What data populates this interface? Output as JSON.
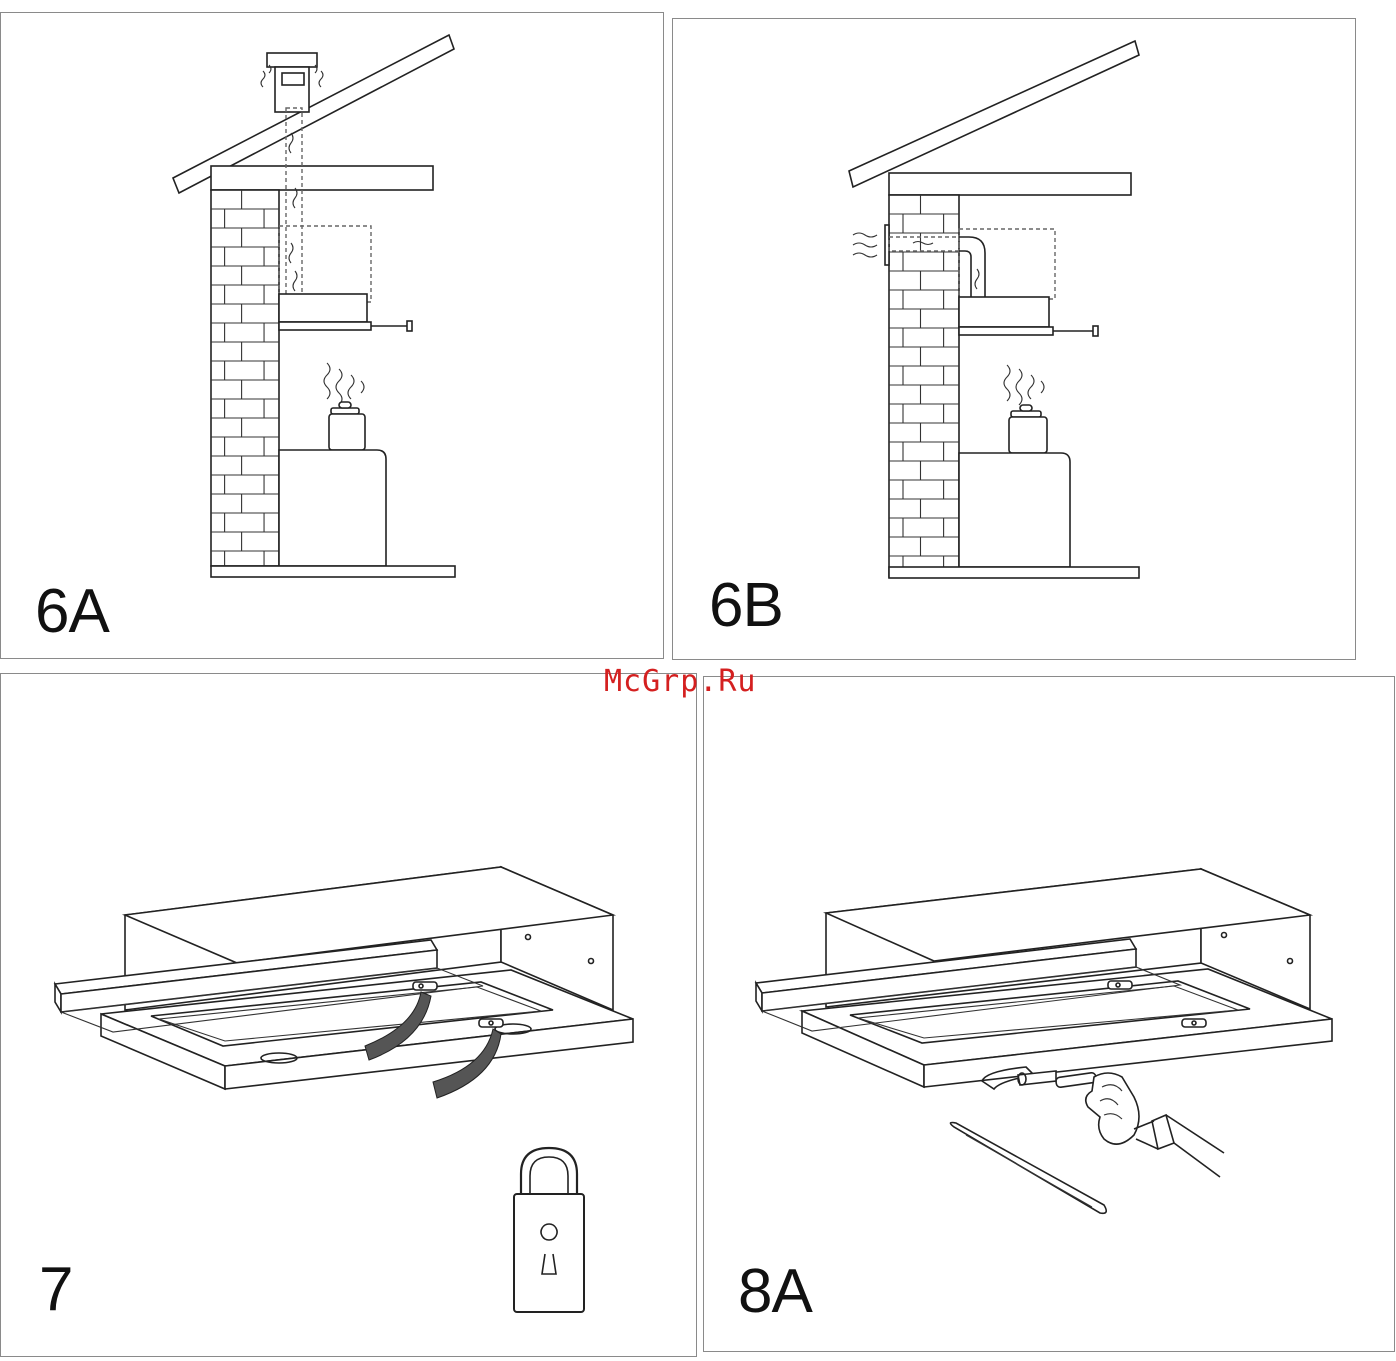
{
  "panels": [
    {
      "id": "6A",
      "label": "6A"
    },
    {
      "id": "6B",
      "label": "6B"
    },
    {
      "id": "7",
      "label": "7"
    },
    {
      "id": "8A",
      "label": "8A"
    }
  ],
  "watermark": {
    "text": "McGrp.Ru",
    "color": "#d42020"
  },
  "icons": [
    "padlock-icon",
    "brush-icon",
    "hand-icon",
    "steam-icon",
    "pot-icon"
  ]
}
